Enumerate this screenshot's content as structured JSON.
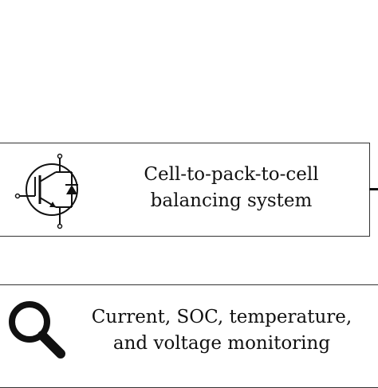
{
  "balancing": {
    "line1": "Cell-to-pack-to-cell",
    "line2": "balancing system",
    "icon": "igbt-transistor-icon"
  },
  "monitoring": {
    "line1": "Current, SOC, temperature,",
    "line2": "and voltage monitoring",
    "icon": "search-icon"
  },
  "colors": {
    "stroke": "#333333",
    "text": "#111111",
    "background": "#ffffff"
  }
}
